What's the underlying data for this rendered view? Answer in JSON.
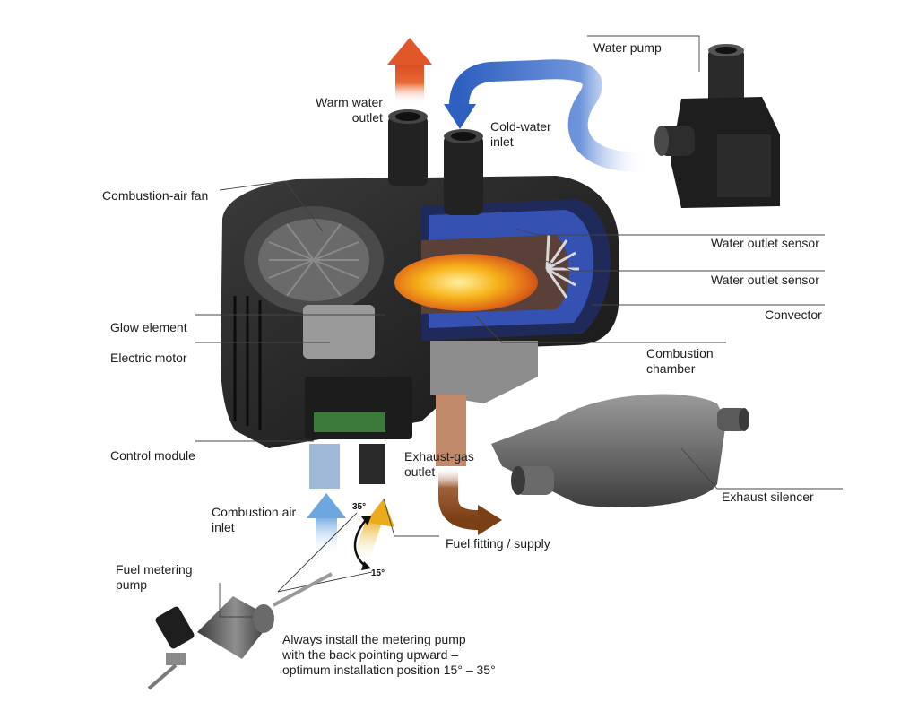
{
  "labels": {
    "warm_water_outlet": "Warm water\noutlet",
    "cold_water_inlet": "Cold-water\ninlet",
    "water_pump": "Water pump",
    "combustion_air_fan": "Combustion-air fan",
    "water_outlet_sensor_1": "Water outlet sensor",
    "water_outlet_sensor_2": "Water outlet sensor",
    "convector": "Convector",
    "glow_element": "Glow element",
    "electric_motor": "Electric motor",
    "combustion_chamber": "Combustion\nchamber",
    "control_module": "Control module",
    "exhaust_gas_outlet": "Exhaust-gas\noutlet",
    "exhaust_silencer": "Exhaust silencer",
    "combustion_air_inlet": "Combustion air\ninlet",
    "fuel_fitting_supply": "Fuel fitting / supply",
    "fuel_metering_pump": "Fuel metering\npump",
    "install_note": "Always install the metering pump\nwith the back pointing upward –\noptimum installation position 15° – 35°"
  },
  "angles": {
    "upper": "35°",
    "lower": "15°"
  },
  "colors": {
    "warm_arrow": "#e0582a",
    "cold_arrow": "#3f6fc9",
    "air_arrow": "#7fb2e6",
    "fuel_arrow": "#e9b021",
    "exhaust_arrow": "#8a4a1c",
    "flame": "#f7b21a",
    "heater_body": "#2a2a2a",
    "leader_line": "#444444"
  }
}
